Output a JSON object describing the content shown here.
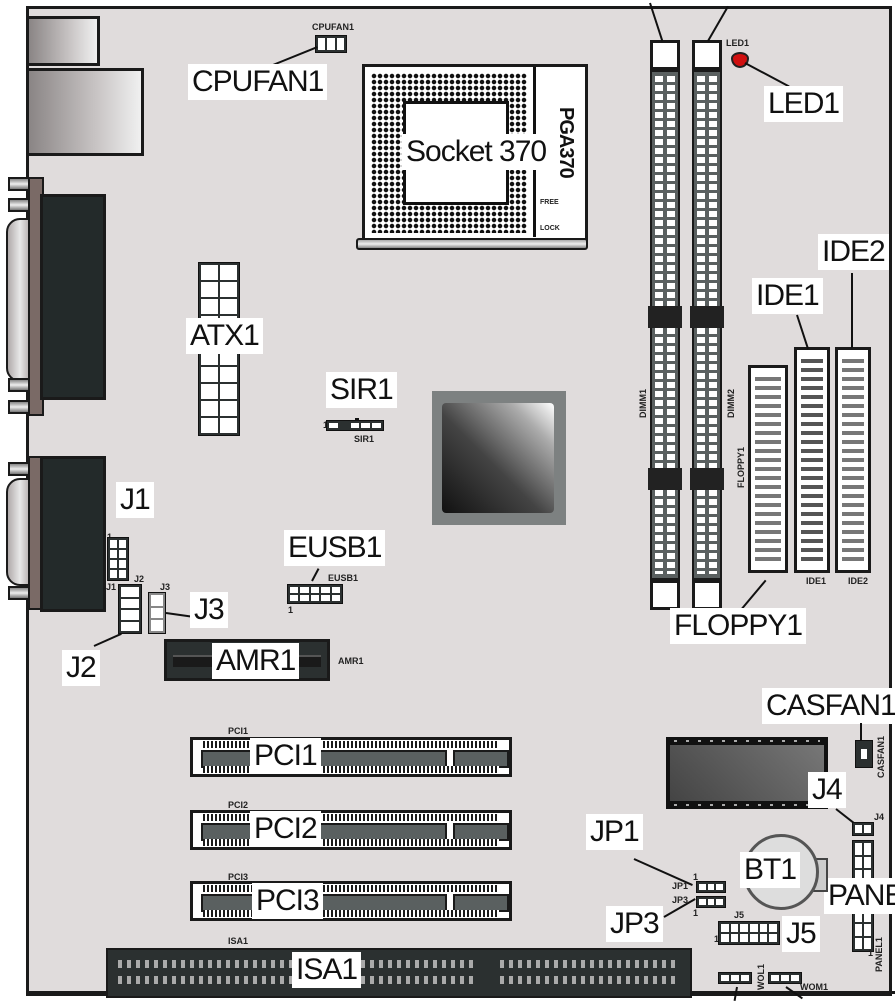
{
  "diagram": {
    "title": "Motherboard Layout",
    "labels": {
      "cpufan": "CPUFAN1",
      "cpufan_small": "CPUFAN1",
      "socket": "Socket 370",
      "socket_pga": "PGA370",
      "socket_free": "FREE",
      "socket_lock": "LOCK",
      "led": "LED1",
      "led_small": "LED1",
      "atx": "ATX1",
      "sir": "SIR1",
      "sir_small": "SIR1",
      "sir_pin1": "1",
      "dimm1": "DIMM1",
      "dimm2": "DIMM2",
      "ide1": "IDE1",
      "ide1_small": "IDE1",
      "ide2": "IDE2",
      "ide2_small": "IDE2",
      "floppy": "FLOPPY1",
      "floppy_small": "FLOPPY1",
      "j1": "J1",
      "j1_small": "J1",
      "j1_pin1": "1",
      "j2": "J2",
      "j2_small": "J2",
      "j3": "J3",
      "j3_small": "J3",
      "eusb": "EUSB1",
      "eusb_small": "EUSB1",
      "eusb_pin1": "1",
      "amr": "AMR1",
      "amr_small": "AMR1",
      "casfan": "CASFAN1",
      "casfan_small": "CASFAN1",
      "j4": "J4",
      "j4_small": "J4",
      "pci1": "PCI1",
      "pci1_small": "PCI1",
      "pci2": "PCI2",
      "pci2_small": "PCI2",
      "pci3": "PCI3",
      "pci3_small": "PCI3",
      "jp1": "JP1",
      "jp1_small": "JP1",
      "jp1_pin1": "1",
      "jp3": "JP3",
      "jp3_small": "JP3",
      "jp3_pin1": "1",
      "bt1": "BT1",
      "panel": "PANEL1",
      "panel_small": "PANEL1",
      "panel_pin1": "1",
      "j5": "J5",
      "j5_small": "J5",
      "j5_pin1": "1",
      "isa": "ISA1",
      "isa_small": "ISA1",
      "wol": "WOL1",
      "wom": "WOM1"
    },
    "colors": {
      "board": "#e0dcdc",
      "outline": "#1a1a1a",
      "connector": "#2b3030",
      "led": "#d01010",
      "label_bg": "#ffffff"
    }
  }
}
